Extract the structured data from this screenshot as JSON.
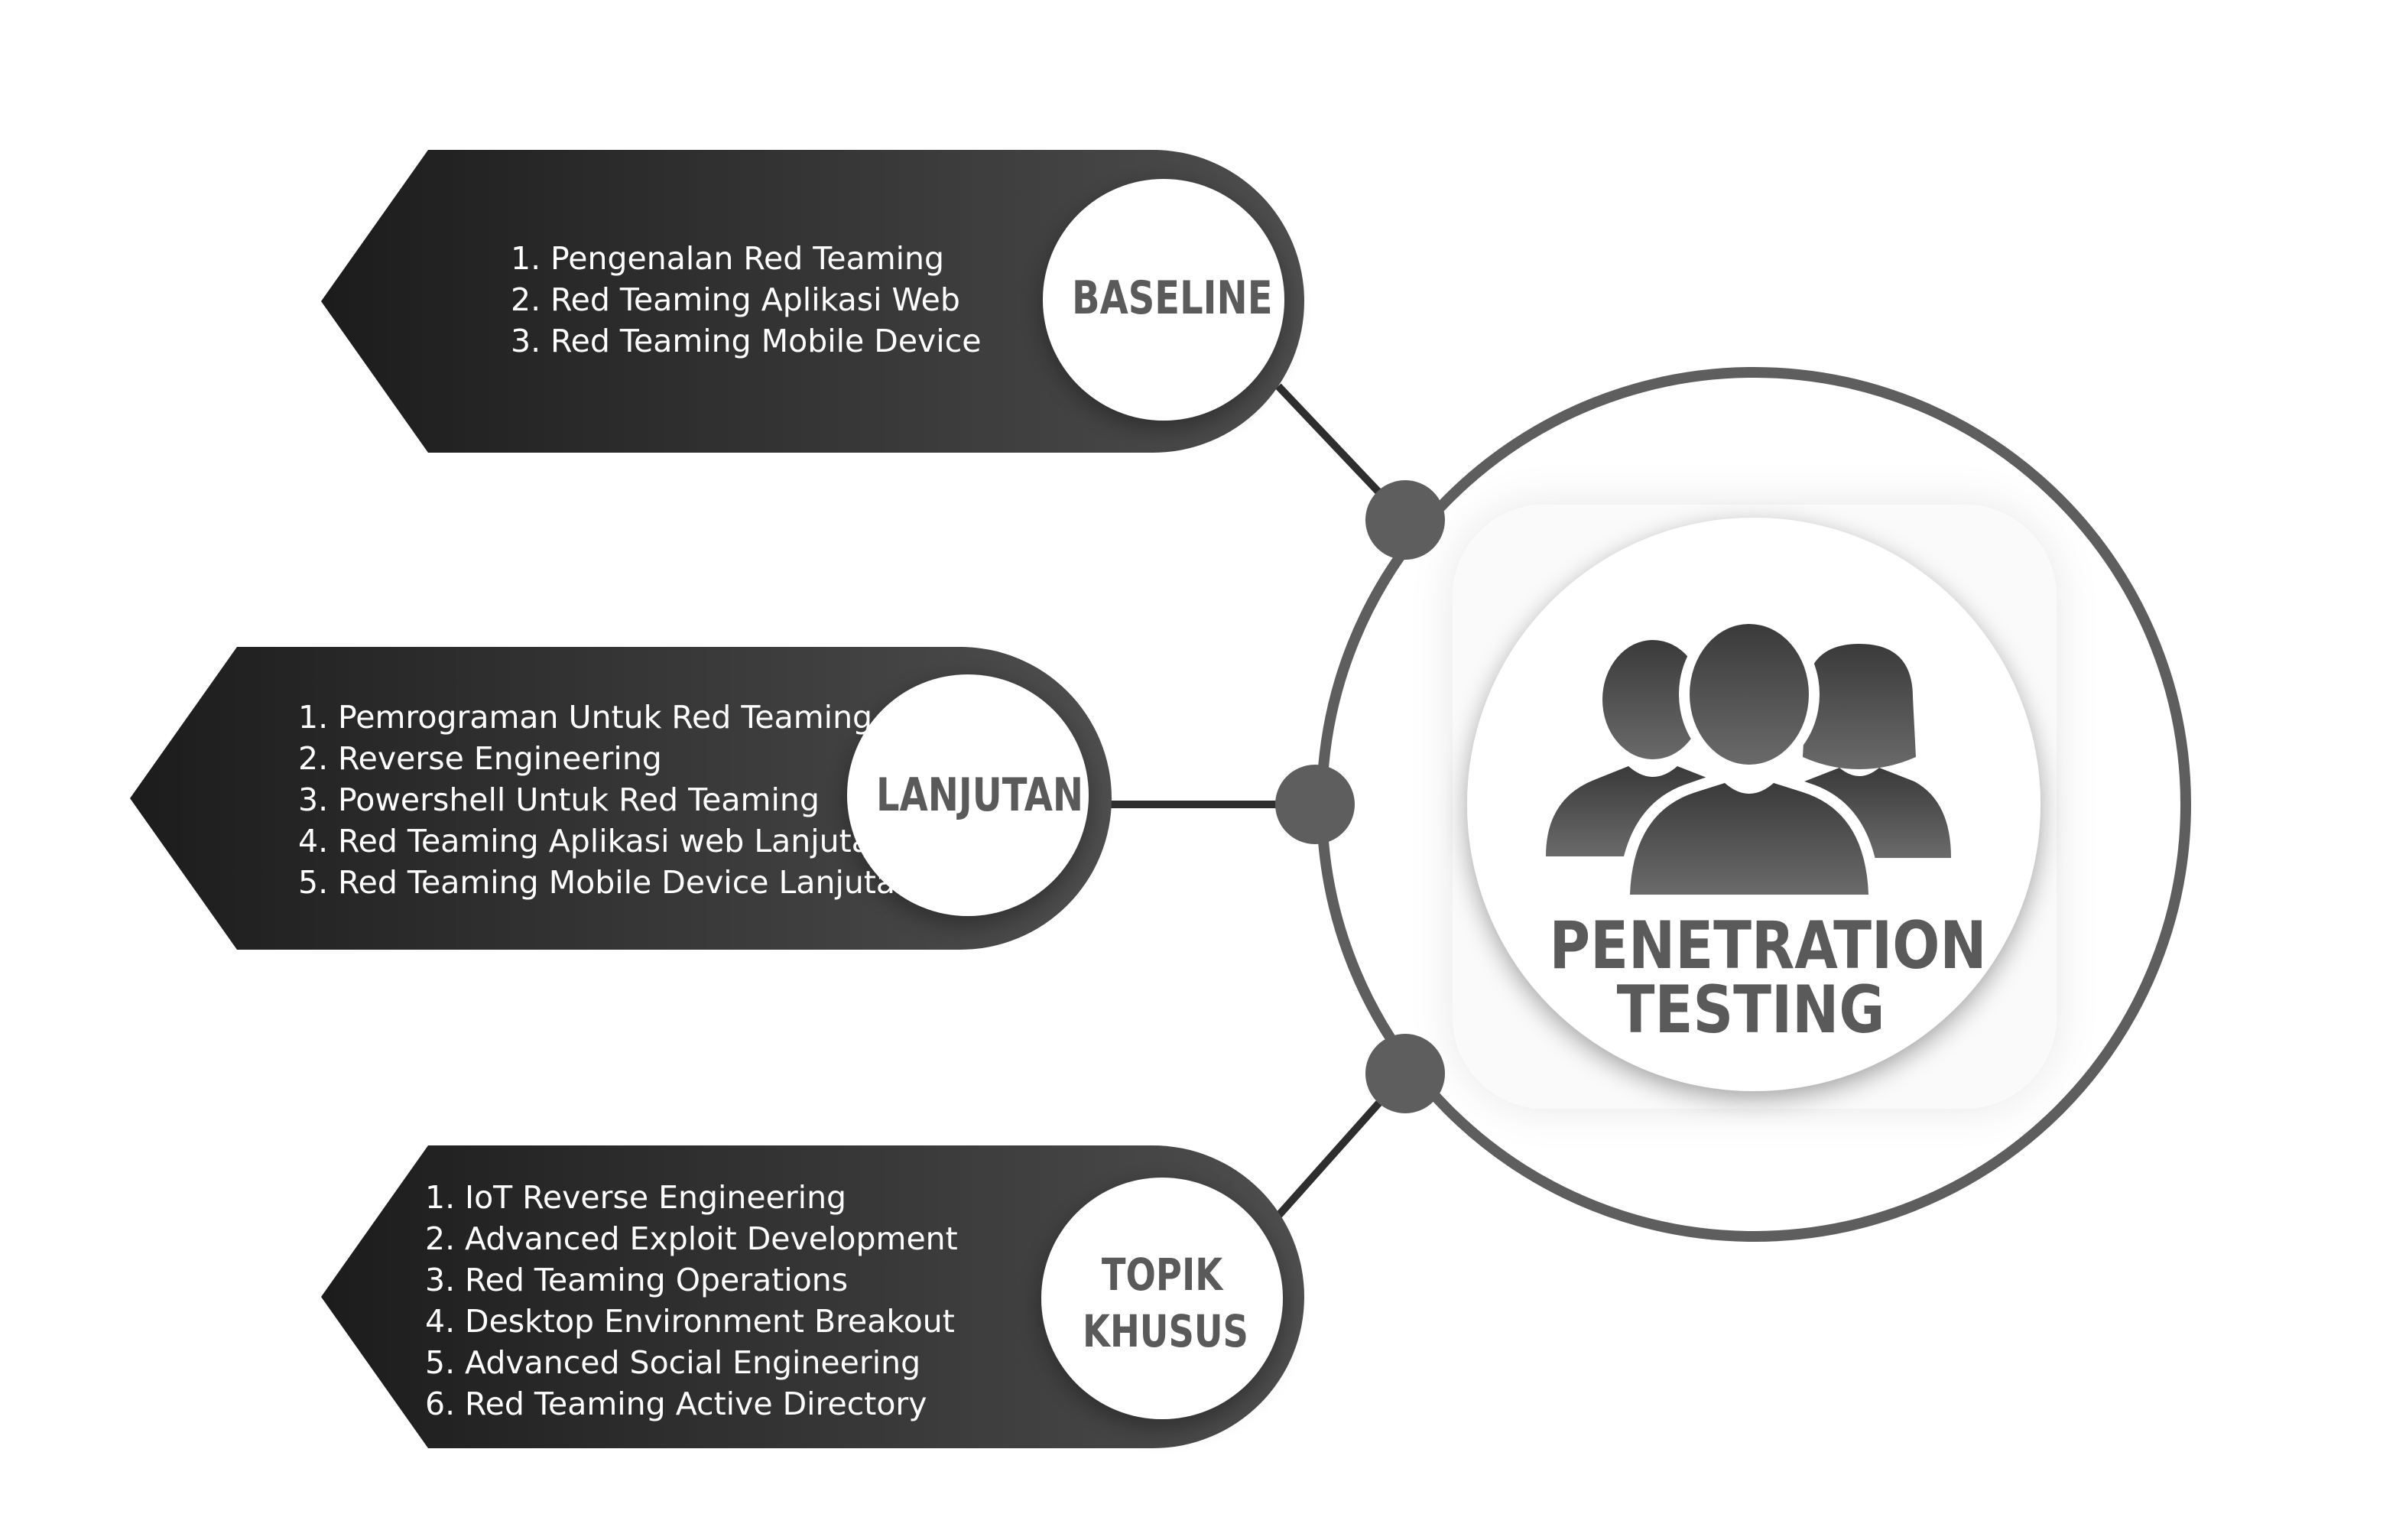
{
  "center": {
    "icon": "people-group-icon",
    "title_line1": "PENETRATION",
    "title_line2": "TESTING"
  },
  "branches": [
    {
      "label_lines": [
        "BASELINE"
      ],
      "items": [
        {
          "num": "1.",
          "text": "Pengenalan Red Teaming"
        },
        {
          "num": "2.",
          "text": "Red Teaming Aplikasi Web"
        },
        {
          "num": "3.",
          "text": "Red Teaming Mobile Device"
        }
      ]
    },
    {
      "label_lines": [
        "LANJUTAN"
      ],
      "items": [
        {
          "num": "1.",
          "text": "Pemrograman Untuk Red Teaming"
        },
        {
          "num": "2.",
          "text": "Reverse Engineering"
        },
        {
          "num": "3.",
          "text": "Powershell Untuk Red Teaming"
        },
        {
          "num": "4.",
          "text": "Red Teaming Aplikasi web Lanjutan"
        },
        {
          "num": "5.",
          "text": "Red Teaming Mobile Device Lanjutan"
        }
      ]
    },
    {
      "label_lines": [
        "TOPIK",
        "KHUSUS"
      ],
      "items": [
        {
          "num": "1.",
          "text": "IoT Reverse Engineering"
        },
        {
          "num": "2.",
          "text": "Advanced Exploit Development"
        },
        {
          "num": "3.",
          "text": "Red Teaming Operations"
        },
        {
          "num": "4.",
          "text": "Desktop Environment Breakout"
        },
        {
          "num": "5.",
          "text": "Advanced Social Engineering"
        },
        {
          "num": "6.",
          "text": "Red Teaming Active Directory"
        }
      ]
    }
  ],
  "colors": {
    "banner_dark": "#1c1c1c",
    "banner_light": "#4e4e4e",
    "connector": "#5e5e5e",
    "label_text": "#5a5a5a",
    "ring": "#5e5e5e"
  }
}
